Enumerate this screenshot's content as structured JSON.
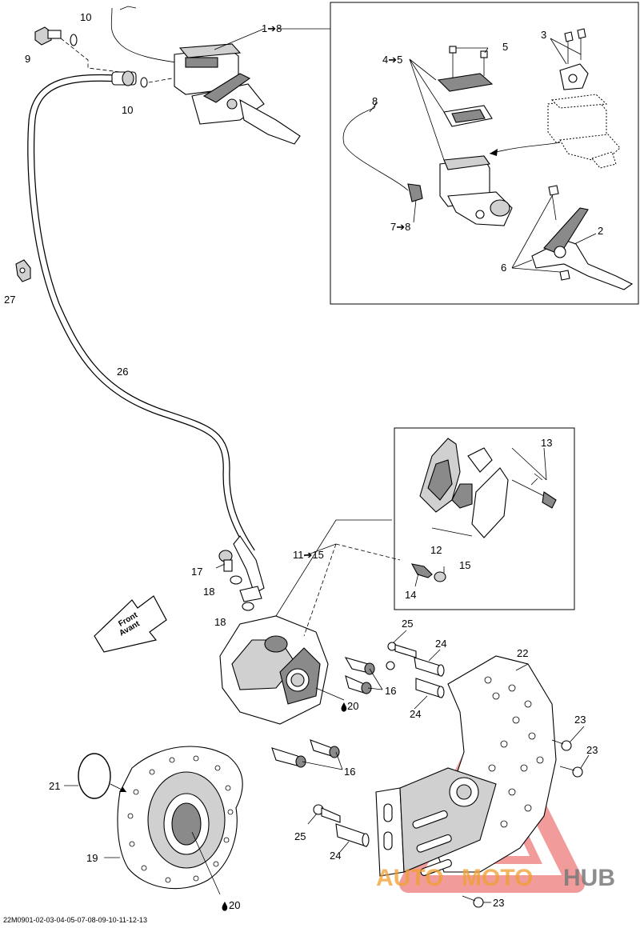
{
  "callouts": {
    "c1_8": "1➔8",
    "c2": "2",
    "c3": "3",
    "c4_5": "4➔5",
    "c5": "5",
    "c6": "6",
    "c7_8": "7➔8",
    "c8": "8",
    "c9": "9",
    "c10a": "10",
    "c10b": "10",
    "c11_15": "11➔15",
    "c12": "12",
    "c13": "13",
    "c14": "14",
    "c15": "15",
    "c16a": "16",
    "c16b": "16",
    "c17": "17",
    "c18a": "18",
    "c18b": "18",
    "c19": "19",
    "c20a": "20",
    "c20b": "20",
    "c21": "21",
    "c22": "22",
    "c23a": "23",
    "c23b": "23",
    "c23c": "23",
    "c24a": "24",
    "c24b": "24",
    "c24c": "24",
    "c25a": "25",
    "c25b": "25",
    "c26": "26",
    "c27": "27"
  },
  "front_arrow": {
    "line1": "Front",
    "line2": "Avant"
  },
  "watermark": {
    "part1": "AUTO",
    "part2": "MOTO",
    "part3": "HUB",
    "color_red": "#e64b4b",
    "color_orange": "#f0a030",
    "color_gray": "#7a7a7a"
  },
  "footer_code": "22M0901-02-03-04-05-07-08-09-10-11-12-13"
}
